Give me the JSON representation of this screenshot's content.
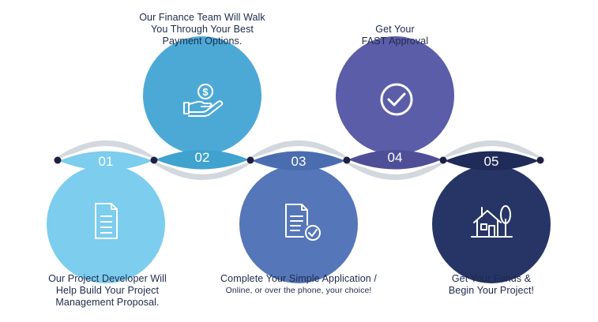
{
  "steps": [
    {
      "number": "01",
      "icon": "document-icon",
      "color": "#7ccdee",
      "caption": [
        "Our Project Developer Will",
        "Help Build Your Project",
        "Management Proposal."
      ]
    },
    {
      "number": "02",
      "icon": "hand-holding-coin-icon",
      "color": "#4ca9d6",
      "caption": [
        "Our Finance Team Will Walk",
        "You Through Your Best",
        "Payment Options."
      ]
    },
    {
      "number": "03",
      "icon": "document-check-icon",
      "color": "#5576b8",
      "caption": [
        "Complete Your Simple Application /",
        "Online, or over the phone, your choice!"
      ]
    },
    {
      "number": "04",
      "icon": "checkmark-circle-icon",
      "color": "#5c5da8",
      "caption": [
        "Get Your",
        "FAST Approval"
      ]
    },
    {
      "number": "05",
      "icon": "house-tree-icon",
      "color": "#273566",
      "caption": [
        "Get Your Funds &",
        "Begin Your Project!"
      ]
    }
  ],
  "colors": {
    "connector_gray": "#d3d8de",
    "dot": "#1f1f45",
    "text": "#1f2a4a"
  }
}
